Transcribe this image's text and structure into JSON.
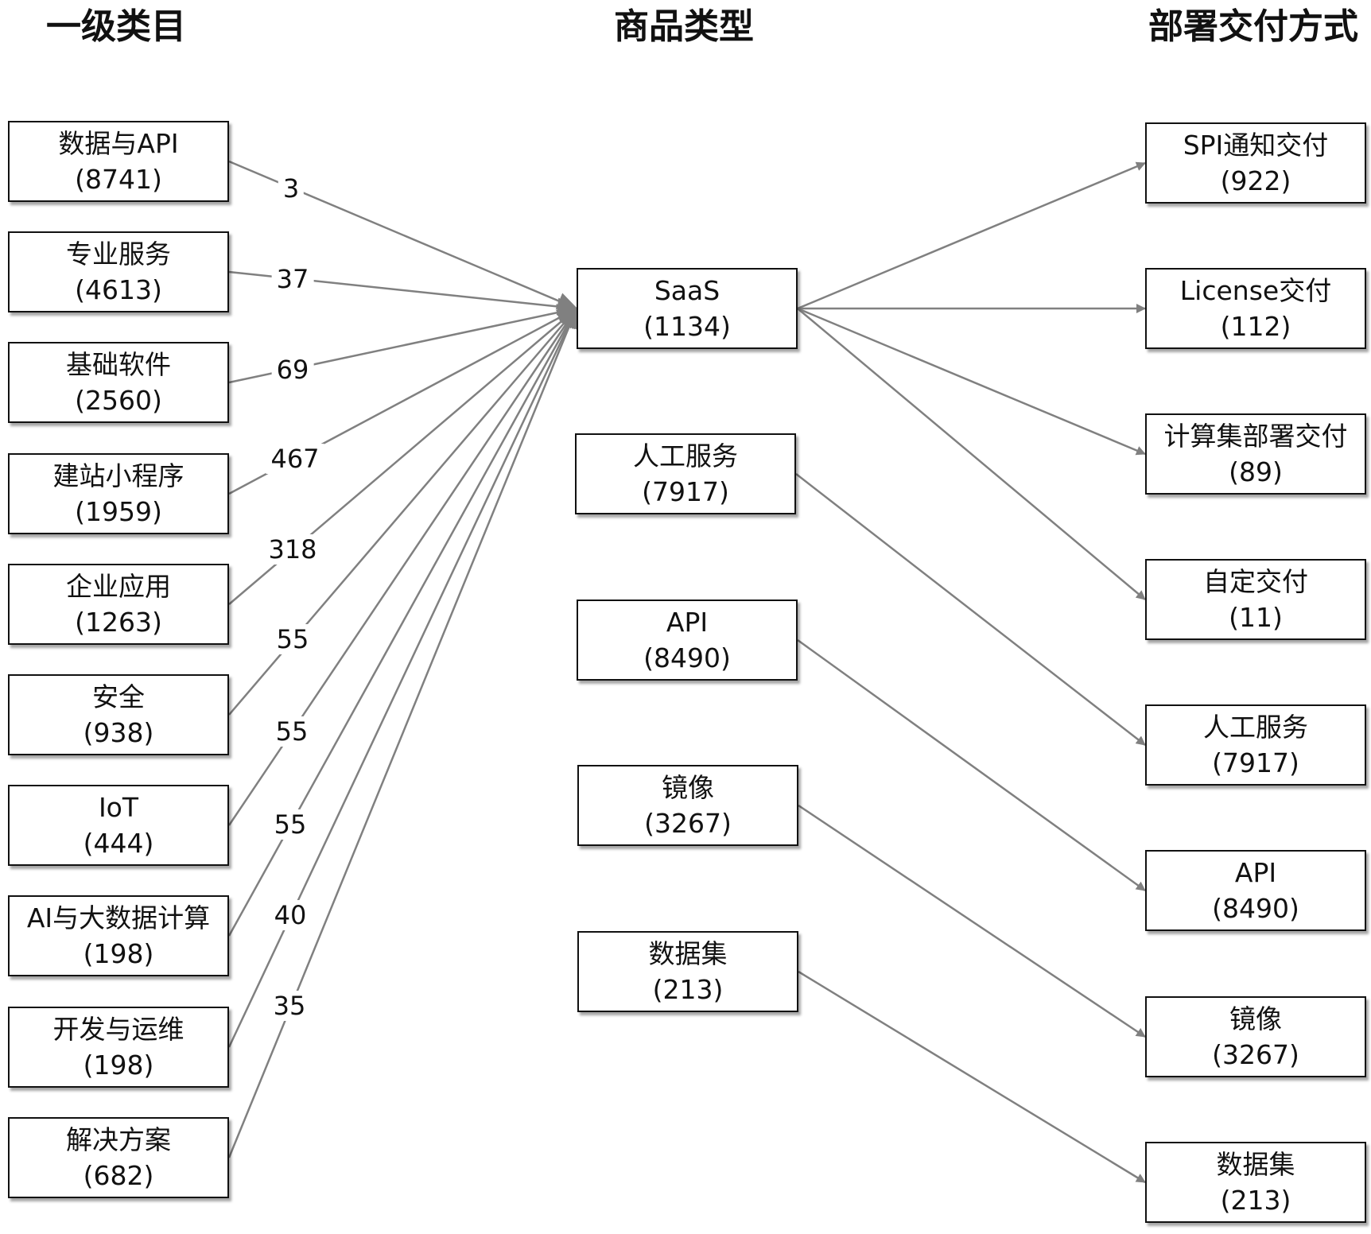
{
  "headers": {
    "categories": "一级类目",
    "product_types": "商品类型",
    "delivery": "部署交付方式"
  },
  "categories": [
    {
      "name": "数据与API",
      "count": "(8741)",
      "edge_label": "3"
    },
    {
      "name": "专业服务",
      "count": "(4613)",
      "edge_label": "37"
    },
    {
      "name": "基础软件",
      "count": "(2560)",
      "edge_label": "69"
    },
    {
      "name": "建站小程序",
      "count": "(1959)",
      "edge_label": "467"
    },
    {
      "name": "企业应用",
      "count": "(1263)",
      "edge_label": "318"
    },
    {
      "name": "安全",
      "count": "(938)",
      "edge_label": "55"
    },
    {
      "name": "IoT",
      "count": "(444)",
      "edge_label": "55"
    },
    {
      "name": "AI与大数据计算",
      "count": "(198)",
      "edge_label": "55"
    },
    {
      "name": "开发与运维",
      "count": "(198)",
      "edge_label": "40"
    },
    {
      "name": "解决方案",
      "count": "(682)",
      "edge_label": "35"
    }
  ],
  "product_types": [
    {
      "name": "SaaS",
      "count": "(1134)"
    },
    {
      "name": "人工服务",
      "count": "(7917)"
    },
    {
      "name": "API",
      "count": "(8490)"
    },
    {
      "name": "镜像",
      "count": "(3267)"
    },
    {
      "name": "数据集",
      "count": "(213)"
    }
  ],
  "delivery": [
    {
      "name": "SPI通知交付",
      "count": "(922)"
    },
    {
      "name": "License交付",
      "count": "(112)"
    },
    {
      "name": "计算集部署交付",
      "count": "(89)"
    },
    {
      "name": "自定交付",
      "count": "(11)"
    },
    {
      "name": "人工服务",
      "count": "(7917)"
    },
    {
      "name": "API",
      "count": "(8490)"
    },
    {
      "name": "镜像",
      "count": "(3267)"
    },
    {
      "name": "数据集",
      "count": "(213)"
    }
  ],
  "edges_category_to_type": [
    {
      "from": 0,
      "to": 0
    },
    {
      "from": 1,
      "to": 0
    },
    {
      "from": 2,
      "to": 0
    },
    {
      "from": 3,
      "to": 0
    },
    {
      "from": 4,
      "to": 0
    },
    {
      "from": 5,
      "to": 0
    },
    {
      "from": 6,
      "to": 0
    },
    {
      "from": 7,
      "to": 0
    },
    {
      "from": 8,
      "to": 0
    },
    {
      "from": 9,
      "to": 0
    }
  ],
  "edges_type_to_delivery": [
    {
      "from": 0,
      "to": 0
    },
    {
      "from": 0,
      "to": 1
    },
    {
      "from": 0,
      "to": 2
    },
    {
      "from": 0,
      "to": 3
    },
    {
      "from": 1,
      "to": 4
    },
    {
      "from": 2,
      "to": 5
    },
    {
      "from": 3,
      "to": 6
    },
    {
      "from": 4,
      "to": 7
    }
  ],
  "colors": {
    "edge": "#808080",
    "border": "#111111"
  }
}
